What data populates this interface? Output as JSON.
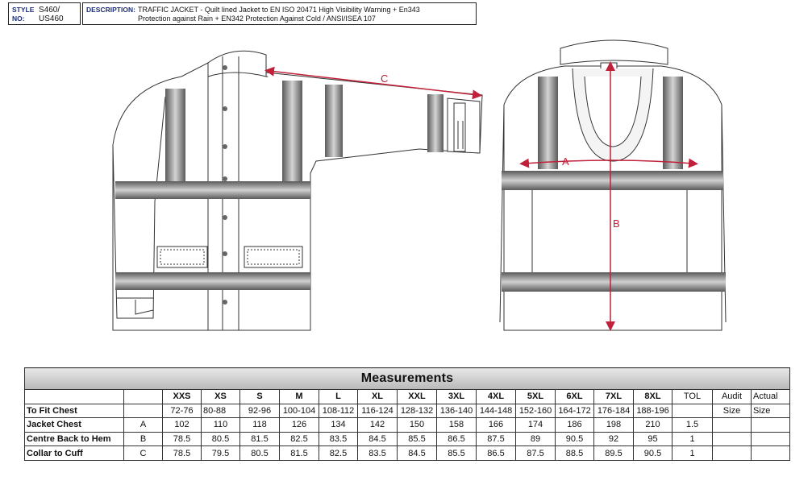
{
  "header": {
    "style_label": "STYLE NO:",
    "style_values": [
      "S460/",
      "US460"
    ],
    "description_label": "DESCRIPTION:",
    "description_lines": [
      "TRAFFIC JACKET - Quilt lined Jacket to EN ISO 20471 High Visibility Warning + En343",
      "Protection against Rain  + EN342 Protection Against Cold / ANSI/ISEA 107"
    ]
  },
  "diagram": {
    "label_c": "C",
    "label_a": "A",
    "label_b": "B"
  },
  "table": {
    "title": "Measurements",
    "sizes": [
      "XXS",
      "XS",
      "S",
      "M",
      "L",
      "XL",
      "XXL",
      "3XL",
      "4XL",
      "5XL",
      "6XL",
      "7XL",
      "8XL"
    ],
    "tol_label": "TOL",
    "audit_label": "Audit",
    "actual_label": "Actual",
    "audit_size": "Size",
    "actual_size": "Size",
    "rows": [
      {
        "label": "To Fit Chest",
        "code": "",
        "values": [
          "72-76",
          "80-88",
          "92-96",
          "100-104",
          "108-112",
          "116-124",
          "128-132",
          "136-140",
          "144-148",
          "152-160",
          "164-172",
          "176-184",
          "188-196"
        ],
        "tol": ""
      },
      {
        "label": "Jacket Chest",
        "code": "A",
        "values": [
          "102",
          "110",
          "118",
          "126",
          "134",
          "142",
          "150",
          "158",
          "166",
          "174",
          "186",
          "198",
          "210"
        ],
        "tol": "1.5"
      },
      {
        "label": "Centre Back to Hem",
        "code": "B",
        "values": [
          "78.5",
          "80.5",
          "81.5",
          "82.5",
          "83.5",
          "84.5",
          "85.5",
          "86.5",
          "87.5",
          "89",
          "90.5",
          "92",
          "95"
        ],
        "tol": "1"
      },
      {
        "label": "Collar to Cuff",
        "code": "C",
        "values": [
          "78.5",
          "79.5",
          "80.5",
          "81.5",
          "82.5",
          "83.5",
          "84.5",
          "85.5",
          "86.5",
          "87.5",
          "88.5",
          "89.5",
          "90.5"
        ],
        "tol": "1"
      }
    ]
  }
}
